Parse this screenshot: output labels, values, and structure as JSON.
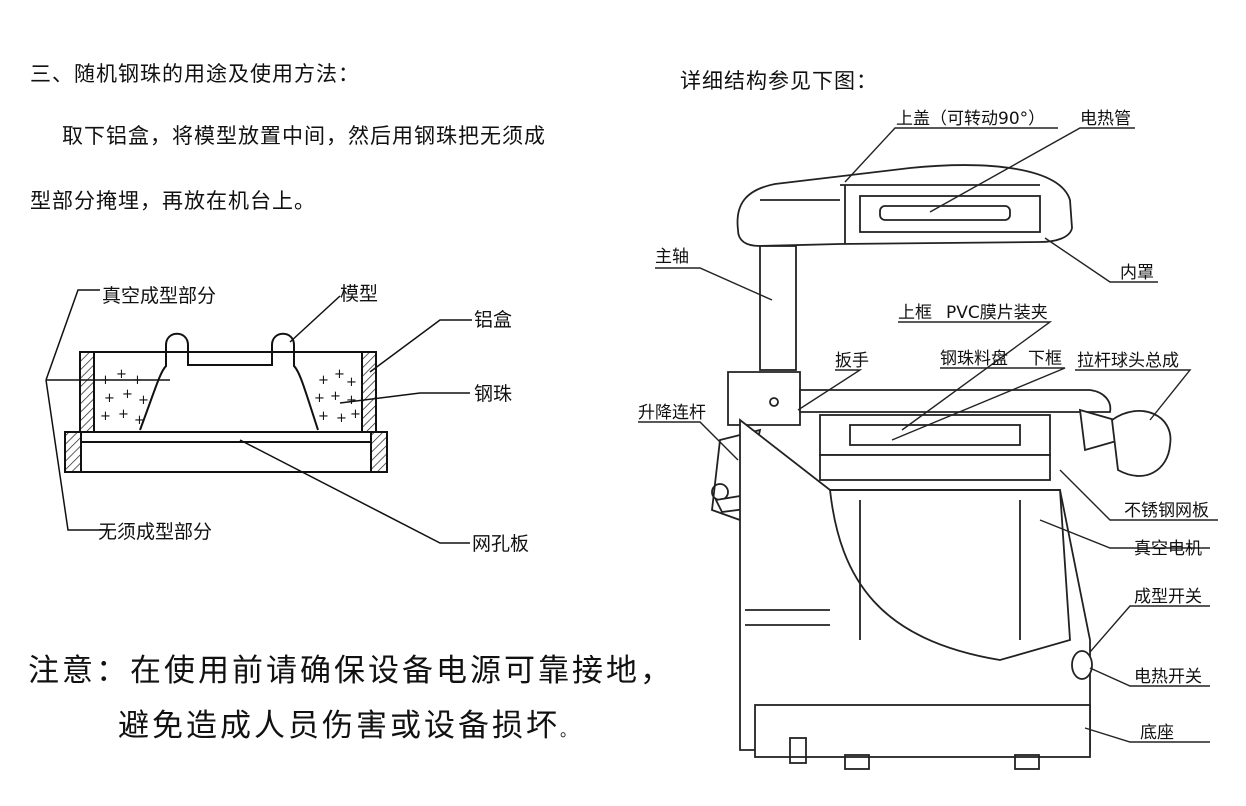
{
  "left": {
    "heading": "三、随机钢珠的用途及使用方法：",
    "para_line1": "取下铝盒，将模型放置中间，然后用钢珠把无须成",
    "para_line2": "型部分掩埋，再放在机台上。",
    "diagram_labels": {
      "vacuum_part": "真空成型部分",
      "model": "模型",
      "aluminum_box": "铝盒",
      "steel_ball": "钢珠",
      "no_forming_part": "无须成型部分",
      "mesh_plate": "网孔板"
    },
    "note_line1": "注意：在使用前请确保设备电源可靠接地，",
    "note_line2": "避免造成人员伤害或设备损坏",
    "note_end": "。"
  },
  "right": {
    "heading": "详细结构参见下图：",
    "labels": {
      "upper_cover": "上盖（可转动90°）",
      "heating_tube": "电热管",
      "inner_hood": "内罩",
      "main_shaft": "主轴",
      "upper_frame": "上框",
      "pvc_clip": "PVC膜片装夹",
      "wrench": "扳手",
      "steel_ball_tray": "钢珠料盘",
      "lower_frame": "下框",
      "pull_rod_ball": "拉杆球头总成",
      "lift_rod": "升降连杆",
      "stainless_mesh": "不锈钢网板",
      "vacuum_motor": "真空电机",
      "forming_switch": "成型开关",
      "heating_switch": "电热开关",
      "base": "底座"
    }
  }
}
